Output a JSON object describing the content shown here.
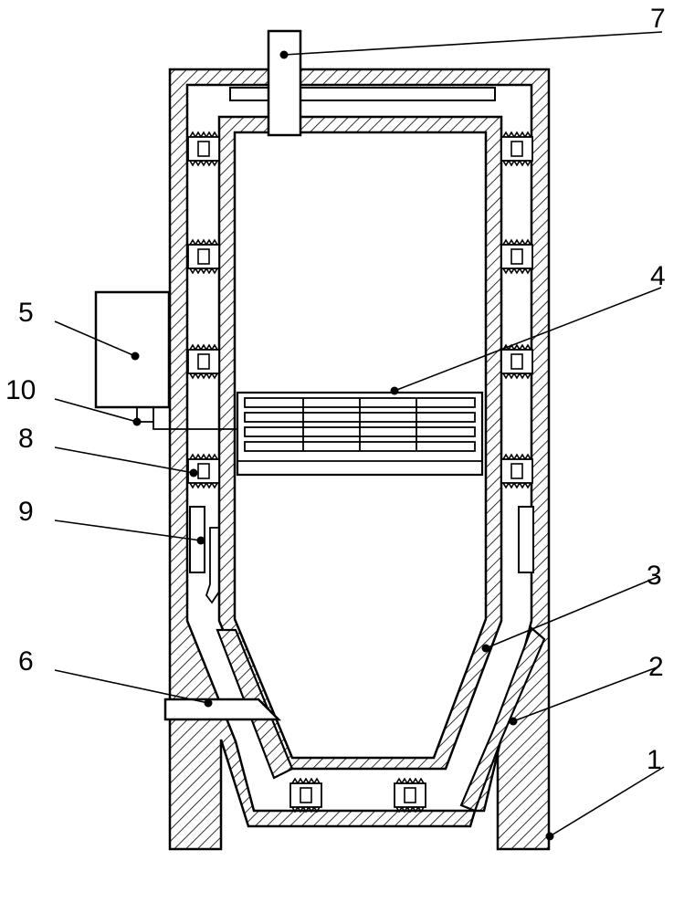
{
  "figure": {
    "labels": [
      {
        "id": "part-1",
        "text": "1"
      },
      {
        "id": "part-2",
        "text": "2"
      },
      {
        "id": "part-3",
        "text": "3"
      },
      {
        "id": "part-4",
        "text": "4"
      },
      {
        "id": "part-5",
        "text": "5"
      },
      {
        "id": "part-6",
        "text": "6"
      },
      {
        "id": "part-7",
        "text": "7"
      },
      {
        "id": "part-8",
        "text": "8"
      },
      {
        "id": "part-9",
        "text": "9"
      },
      {
        "id": "part-10",
        "text": "10"
      }
    ]
  }
}
